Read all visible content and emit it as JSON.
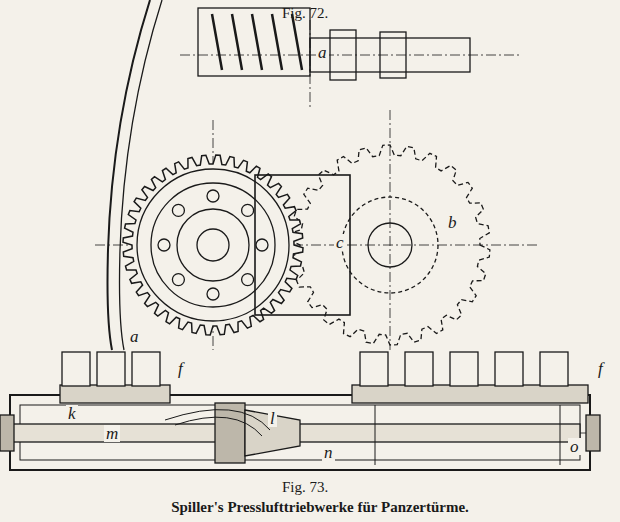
{
  "diagram": {
    "caption": "Spiller's Presslufttriebwerke für Panzertürme.",
    "labels": [
      "Fig. 72.",
      "a",
      "a",
      "b",
      "c",
      "Fig. 73.",
      "f",
      "f",
      "k",
      "l",
      "m",
      "n",
      "o"
    ]
  }
}
